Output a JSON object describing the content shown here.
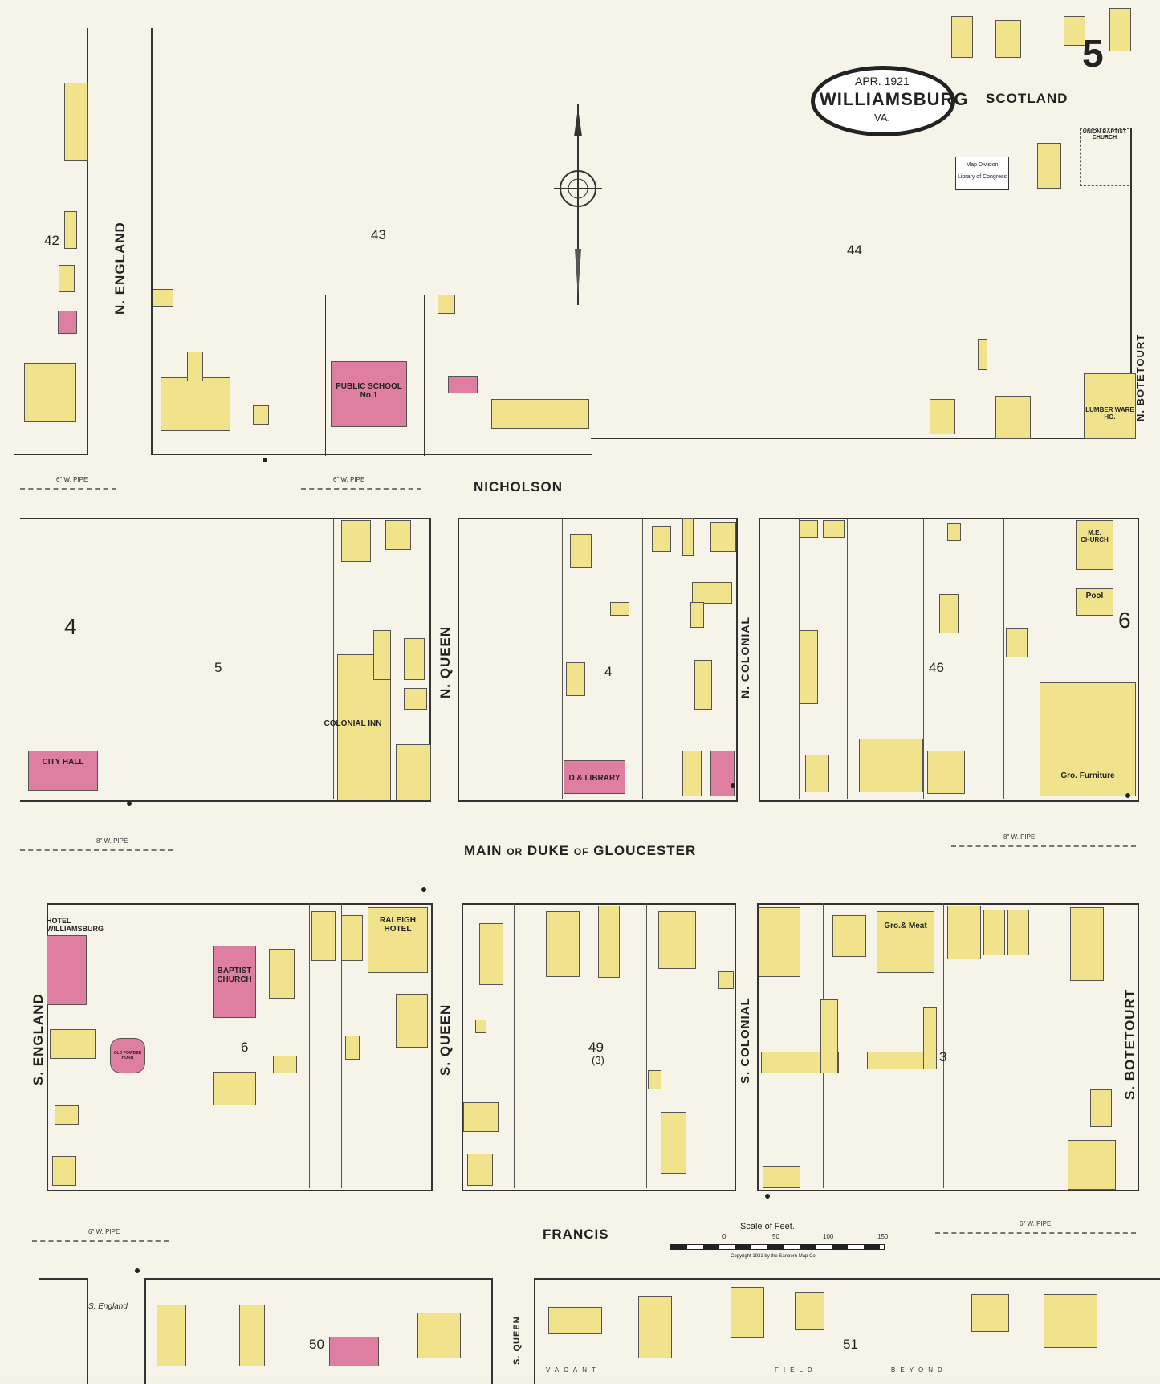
{
  "title": {
    "date": "APR. 1921",
    "city": "WILLIAMSBURG",
    "state": "VA.",
    "sheet": "5"
  },
  "streets": {
    "scotland": "SCOTLAND",
    "nicholson": "NICHOLSON",
    "main": "MAIN",
    "or": "OR",
    "duke": "DUKE",
    "of": "OF",
    "gloucester": "GLOUCESTER",
    "francis": "FRANCIS",
    "n_england": "N. ENGLAND",
    "s_england": "S. ENGLAND",
    "n_queen": "N. QUEEN",
    "s_queen": "S. QUEEN",
    "n_colonial": "N. COLONIAL",
    "s_colonial": "S. COLONIAL",
    "n_botetourt": "N. BOTETOURT",
    "s_botetourt": "S. BOTETOURT",
    "s_england_bottom": "S. England",
    "s_queen_bottom": "S. QUEEN"
  },
  "blocks": {
    "b42": "42",
    "b43": "43",
    "b44": "44",
    "b4a": "4",
    "b5": "5",
    "b4b": "4",
    "b46": "46",
    "b6r": "6",
    "b6": "6",
    "b49": "49",
    "b49sub": "(3)",
    "b3": "3",
    "b50": "50",
    "b51": "51"
  },
  "buildings": {
    "public_school": "PUBLIC SCHOOL No.1",
    "city_hall": "CITY HALL",
    "colonial_inn": "COLONIAL INN",
    "library": "D & LIBRARY",
    "hotel_williamsburg": "HOTEL WILLIAMSBURG",
    "baptist_church": "BAPTIST CHURCH",
    "raleigh_hotel": "RALEIGH HOTEL",
    "union_baptist": "UNION BAPTIST CHURCH",
    "me_church": "M.E. CHURCH",
    "lumber": "LUMBER WARE HO.",
    "pool": "Pool",
    "gro_furniture": "Gro. Furniture",
    "gro_meat": "Gro.& Meat",
    "old_powder": "OLD POWDER HORN"
  },
  "scale": {
    "label": "Scale of Feet.",
    "t0": "0",
    "t50": "50",
    "t100": "100",
    "t150": "150"
  },
  "copyright": "Copyright 1921 by the Sanborn Map Co.",
  "stamp": {
    "line1": "Map Division",
    "line2": "Library of Congress"
  },
  "pipes": {
    "six": "6\" W. PIPE",
    "eight": "8\" W. PIPE"
  },
  "francis_lots": {
    "vacant": "VACANT",
    "field": "FIELD",
    "beyond": "BEYOND"
  },
  "colors": {
    "frame": "#f1e38c",
    "brick": "#de7ea0",
    "paper": "#f6f3e8"
  }
}
